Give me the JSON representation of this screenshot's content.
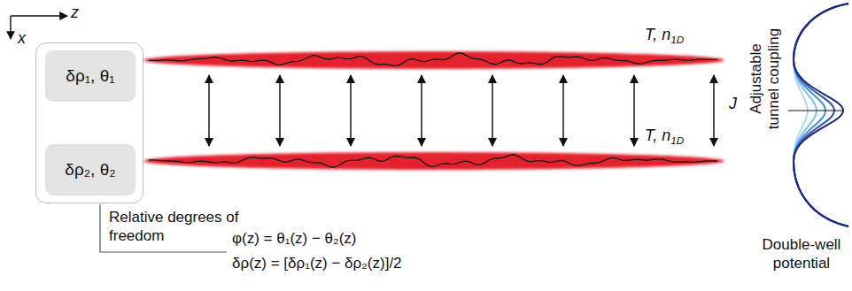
{
  "diagram": {
    "nodes": [
      {
        "text": [
          "Relative degrees of freedom"
        ]
      },
      {
        "text": [
          "δρ₁, θ₁"
        ],
        "in": 0
      },
      {
        "text": [
          "δρ₂, θ₂"
        ],
        "in": 0
      },
      {
        "text": [
          "T, n1D"
        ]
      },
      {
        "text": [
          "T, n1D"
        ]
      }
    ],
    "edges": [
      {
        "from": 3,
        "to": 4,
        "arrow": "both"
      },
      {
        "from": 3,
        "to": 4,
        "arrow": "both"
      },
      {
        "from": 3,
        "to": 4,
        "arrow": "both"
      },
      {
        "from": 3,
        "to": 4,
        "arrow": "both"
      },
      {
        "from": 3,
        "to": 4,
        "arrow": "both"
      },
      {
        "from": 3,
        "to": 4,
        "arrow": "both"
      },
      {
        "from": 3,
        "to": 4,
        "arrow": "both"
      },
      {
        "from": 3,
        "to": 4,
        "arrow": "both"
      }
    ],
    "labels": [
      "z",
      "x",
      "J",
      "Adjustable tunnel coupling",
      "Double-well potential",
      "φ(z) = θ₁(z) − θ₂(z)",
      "δρ(z) = [δρ₁(z) − δρ₂(z)]/2"
    ]
  }
}
